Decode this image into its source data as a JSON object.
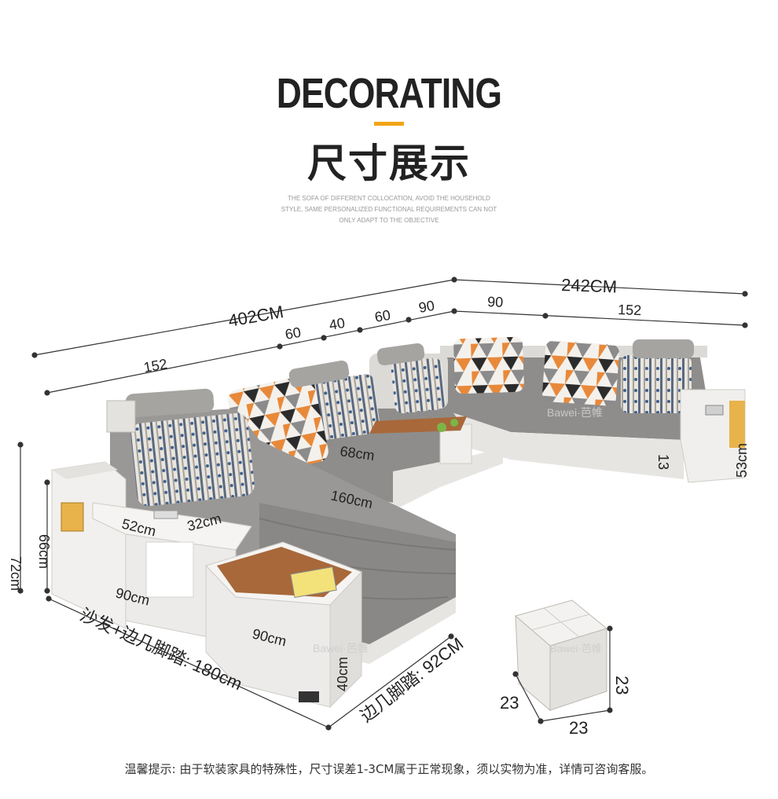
{
  "header": {
    "title_en": "DECORATING",
    "title_zh": "尺寸展示",
    "subtitle_lines": [
      "THE SOFA OF DIFFERENT COLLOCATION, AVOID THE HOUSEHOLD",
      "STYLE, SAME PERSONALIZED FUNCTIONAL REQUIREMENTS CAN NOT",
      "ONLY ADAPT TO THE OBJECTIVE"
    ],
    "accent_color": "#f2a516"
  },
  "dimensions": {
    "total_left": "402CM",
    "total_right": "242CM",
    "seg_152_left": "152",
    "seg_60_a": "60",
    "seg_40": "40",
    "seg_60_b": "60",
    "seg_90_a": "90",
    "seg_90_b": "90",
    "seg_152_right": "152",
    "seat_depth": "68cm",
    "chaise_width": "160cm",
    "table_52": "52cm",
    "table_32": "32cm",
    "arm_90": "90cm",
    "ottoman_90": "90cm",
    "ottoman_40": "40cm",
    "height_72": "72cm",
    "height_66": "66cm",
    "seat_13": "13",
    "arm_53": "53cm",
    "sofa_plus_table": "沙发+边几脚踏: 180cm",
    "side_table_ottoman": "边几脚踏: 92CM",
    "stool_h": "23",
    "stool_d": "23",
    "stool_w": "23"
  },
  "brand": {
    "watermark": "Bawei·芭帷"
  },
  "footer": {
    "note": "温馨提示: 由于软装家具的特殊性，尺寸误差1-3CM属于正常现象，须以实物为准，详情可咨询客服。"
  },
  "colors": {
    "fabric_gray": "#9a9896",
    "leather_white": "#ecebea",
    "pillow_orange": "#e8893a",
    "wood_top": "#a8683a"
  }
}
